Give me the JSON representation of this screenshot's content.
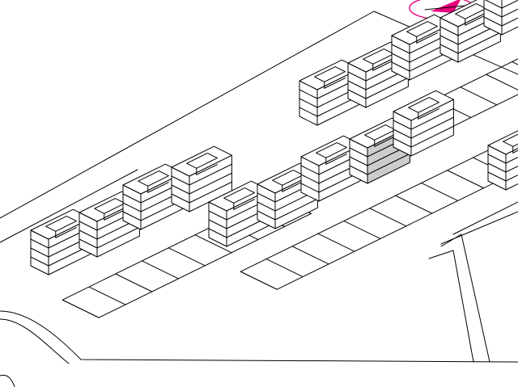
{
  "colors": {
    "line": "#000000",
    "background": "#ffffff",
    "roof": "#ffffff",
    "side": "#ffffff",
    "highlight": "#cccccc",
    "north_arrow": "#e8007a"
  },
  "icons": {
    "north_arrow": "north-arrow-icon"
  },
  "rows": [
    {
      "name": "row-left",
      "units": 4,
      "highlighted_unit": null
    },
    {
      "name": "row-center",
      "units": 5,
      "highlighted_unit": 3
    },
    {
      "name": "row-top",
      "units": 5,
      "highlighted_unit": null
    },
    {
      "name": "row-right-partial",
      "units": 1,
      "highlighted_unit": null
    }
  ]
}
